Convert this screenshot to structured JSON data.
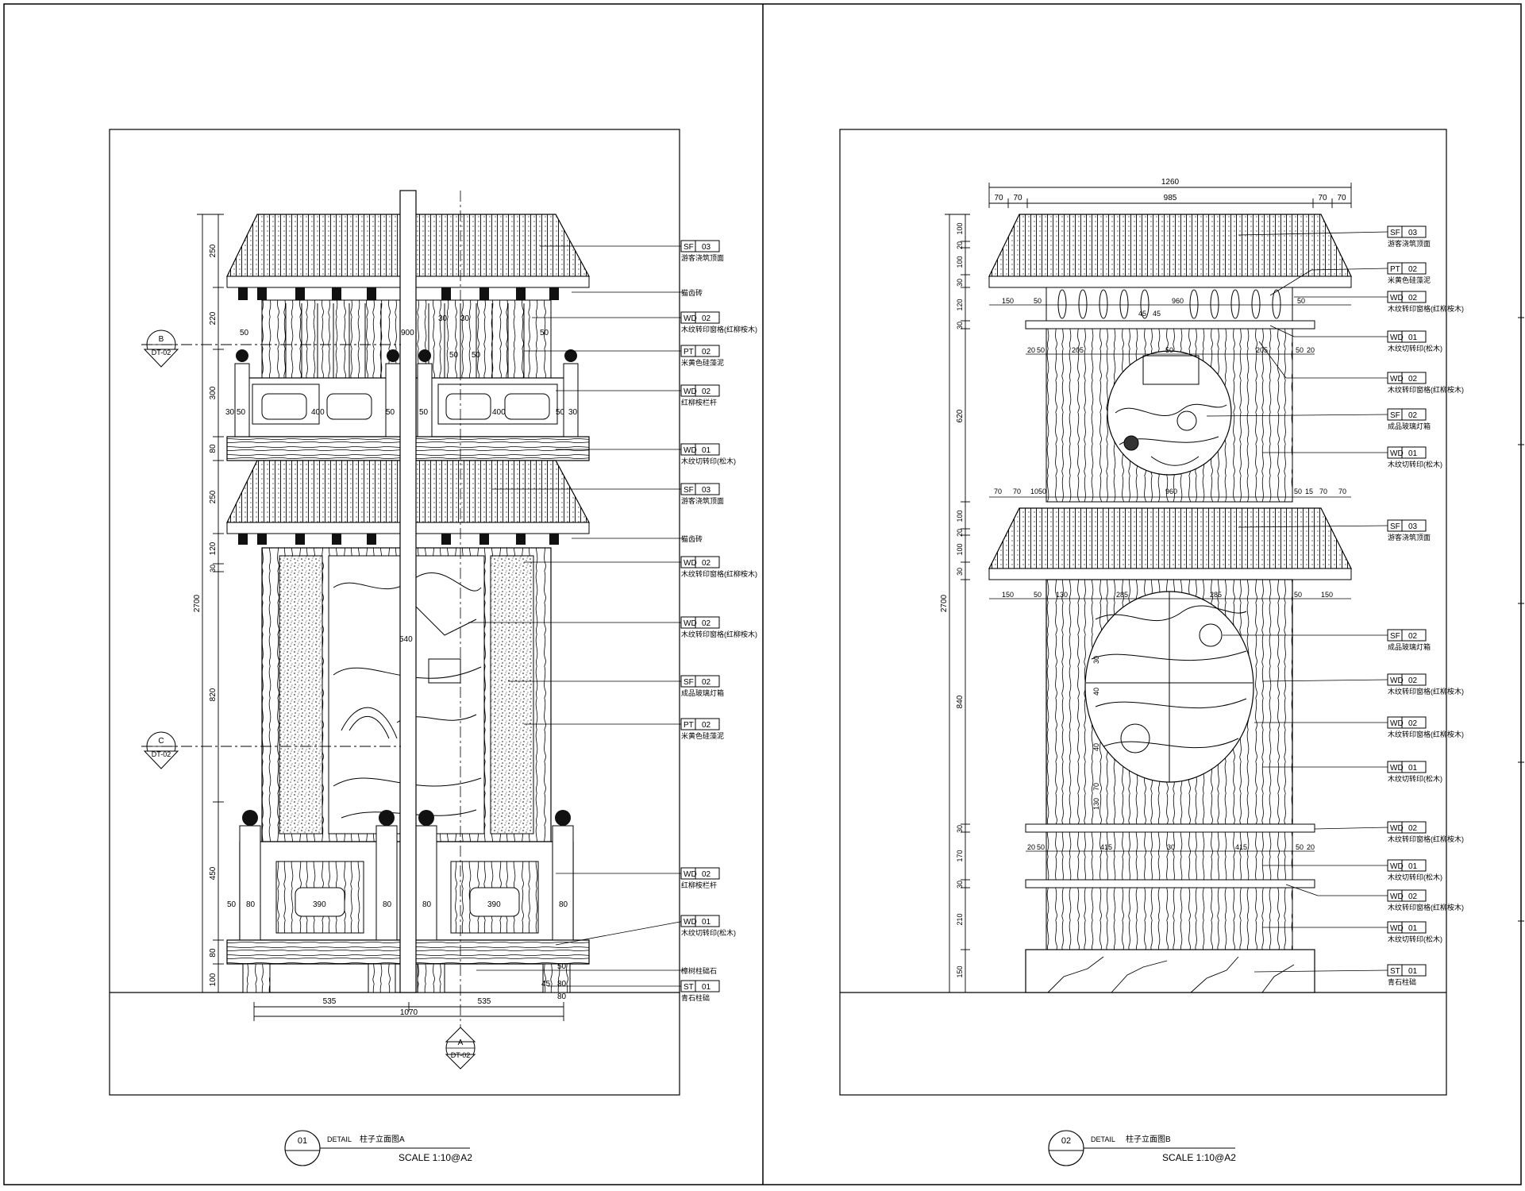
{
  "sheets": [
    {
      "number": "01",
      "detail_prefix": "DETAIL",
      "title": "柱子立面图A",
      "scale": "SCALE 1:10@A2",
      "callouts": [
        {
          "code": "SF",
          "num": "03",
          "desc": "游客浇筑顶面"
        },
        {
          "code": "",
          "num": "",
          "desc": "猫齿砖"
        },
        {
          "code": "WD",
          "num": "02",
          "desc": "木纹转印窗格(红柳桉木)"
        },
        {
          "code": "PT",
          "num": "02",
          "desc": "米黄色硅藻泥"
        },
        {
          "code": "WD",
          "num": "02",
          "desc": "红柳桉栏杆"
        },
        {
          "code": "WD",
          "num": "01",
          "desc": "木纹切转印(松木)"
        },
        {
          "code": "SF",
          "num": "03",
          "desc": "游客浇筑顶面"
        },
        {
          "code": "",
          "num": "",
          "desc": "猫齿砖"
        },
        {
          "code": "WD",
          "num": "02",
          "desc": "木纹转印窗格(红柳桉木)"
        },
        {
          "code": "WD",
          "num": "02",
          "desc": "木纹转印窗格(红柳桉木)"
        },
        {
          "code": "SF",
          "num": "02",
          "desc": "成品玻璃灯箱"
        },
        {
          "code": "PT",
          "num": "02",
          "desc": "米黄色硅藻泥"
        },
        {
          "code": "WD",
          "num": "02",
          "desc": "红柳桉栏杆"
        },
        {
          "code": "WD",
          "num": "01",
          "desc": "木纹切转印(松木)"
        },
        {
          "code": "",
          "num": "",
          "desc": "樟树柱础石"
        },
        {
          "code": "ST",
          "num": "01",
          "desc": "青石柱础"
        }
      ],
      "dims_left": [
        "250",
        "220",
        "300",
        "80",
        "250",
        "120",
        "30",
        "820",
        "450",
        "80",
        "100"
      ],
      "dim_total": "2700",
      "dims_bottom": [
        "535",
        "535"
      ],
      "dim_bottom_total": "1070",
      "section_marks": [
        {
          "letter": "B",
          "ref": "DT-02"
        },
        {
          "letter": "C",
          "ref": "DT-02"
        },
        {
          "letter": "A",
          "ref": "DT-02"
        }
      ],
      "inner_dims": [
        "50",
        "900",
        "50",
        "30",
        "30",
        "50",
        "50",
        "30",
        "50",
        "400",
        "50",
        "50",
        "400",
        "50",
        "30",
        "540",
        "50",
        "80",
        "390",
        "80",
        "80",
        "390",
        "80",
        "50",
        "80",
        "45",
        "80"
      ]
    },
    {
      "number": "02",
      "detail_prefix": "DETAIL",
      "title": "柱子立面图B",
      "scale": "SCALE 1:10@A2",
      "callouts": [
        {
          "code": "SF",
          "num": "03",
          "desc": "游客浇筑顶面"
        },
        {
          "code": "PT",
          "num": "02",
          "desc": "米黄色硅藻泥"
        },
        {
          "code": "WD",
          "num": "02",
          "desc": "木纹转印窗格(红柳桉木)"
        },
        {
          "code": "WD",
          "num": "01",
          "desc": "木纹切转印(松木)"
        },
        {
          "code": "WD",
          "num": "02",
          "desc": "木纹转印窗格(红柳桉木)"
        },
        {
          "code": "SF",
          "num": "02",
          "desc": "成品玻璃灯箱"
        },
        {
          "code": "WD",
          "num": "01",
          "desc": "木纹切转印(松木)"
        },
        {
          "code": "SF",
          "num": "03",
          "desc": "游客浇筑顶面"
        },
        {
          "code": "SF",
          "num": "02",
          "desc": "成品玻璃灯箱"
        },
        {
          "code": "WD",
          "num": "02",
          "desc": "木纹转印窗格(红柳桉木)"
        },
        {
          "code": "WD",
          "num": "02",
          "desc": "木纹转印窗格(红柳桉木)"
        },
        {
          "code": "WD",
          "num": "01",
          "desc": "木纹切转印(松木)"
        },
        {
          "code": "WD",
          "num": "02",
          "desc": "木纹转印窗格(红柳桉木)"
        },
        {
          "code": "WD",
          "num": "01",
          "desc": "木纹切转印(松木)"
        },
        {
          "code": "WD",
          "num": "02",
          "desc": "木纹转印窗格(红柳桉木)"
        },
        {
          "code": "WD",
          "num": "01",
          "desc": "木纹切转印(松木)"
        },
        {
          "code": "ST",
          "num": "01",
          "desc": "青石柱础"
        }
      ],
      "dims_left": [
        "100",
        "20",
        "100",
        "30",
        "120",
        "30",
        "620",
        "100",
        "20",
        "100",
        "30",
        "840",
        "30",
        "170",
        "30",
        "210",
        "150"
      ],
      "dim_total": "2700",
      "dims_top": [
        "70",
        "70",
        "985",
        "70",
        "70"
      ],
      "dim_top_total": "1260",
      "inner_dims": [
        "150",
        "50",
        "50",
        "45",
        "45",
        "960",
        "20",
        "50",
        "205",
        "50",
        "205",
        "50",
        "20",
        "70",
        "70",
        "1050",
        "960",
        "50",
        "15",
        "70",
        "70",
        "150",
        "50",
        "130",
        "285",
        "285",
        "50",
        "150",
        "20",
        "50",
        "415",
        "30",
        "415",
        "50",
        "20",
        "40",
        "30",
        "70",
        "130",
        "40"
      ]
    }
  ]
}
